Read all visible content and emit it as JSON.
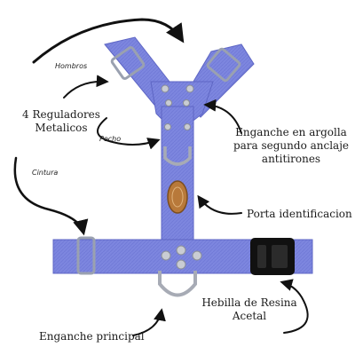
{
  "colors": {
    "strap": "#7d86df",
    "strap_dark": "#5e66c4",
    "strap_light": "#9aa1ea",
    "metal": "#b8bcc4",
    "buckle": "#111111",
    "tag": "#b8793a",
    "arrow": "#111111"
  },
  "labels": {
    "hombros": "Hombros",
    "reguladores_line1": "4 Reguladores",
    "reguladores_line2": "Metalicos",
    "pecho": "Pecho",
    "cintura": "Cintura",
    "enganche_argolla_line1": "Enganche en argolla",
    "enganche_argolla_line2": "para segundo anclaje",
    "enganche_argolla_line3": "antitirones",
    "porta_identificacion": "Porta identificacion",
    "hebilla_line1": "Hebilla de Resina",
    "hebilla_line2": "Acetal",
    "enganche_principal": "Enganche principal"
  },
  "icons": {
    "tag": "id-tag-icon",
    "buckle": "side-release-buckle-icon",
    "d_ring": "d-ring-icon"
  }
}
